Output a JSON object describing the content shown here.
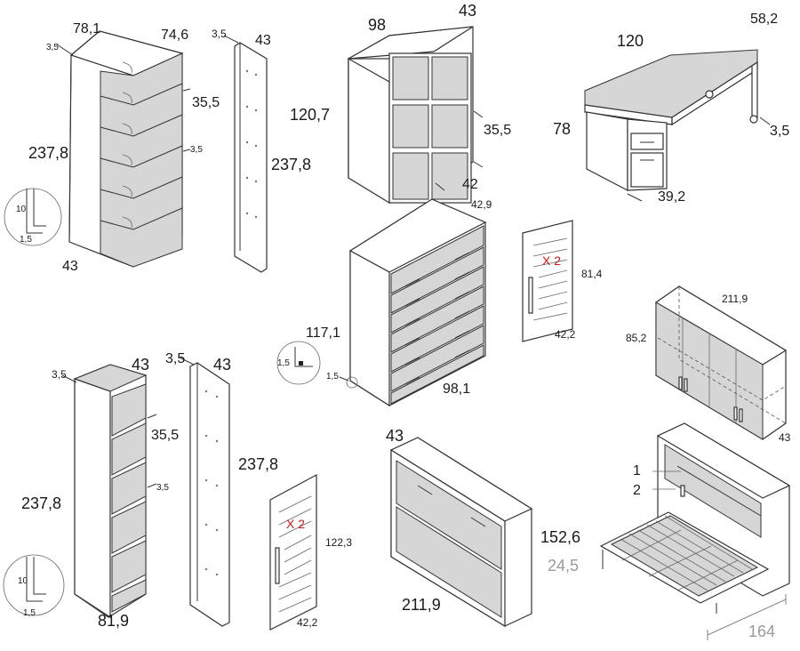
{
  "corner_unit": {
    "width_top": "78,1",
    "depth_top": "74,6",
    "height": "237,8",
    "edge_depth": "3,5",
    "shelf_depth": "35,5",
    "shelf_thick": "3,5",
    "base_depth": "43",
    "detail_a": "10",
    "detail_b": "1,5"
  },
  "side_panel_top": {
    "thickness": "3,5",
    "depth": "43",
    "height": "237,8"
  },
  "cube_shelf": {
    "width": "98",
    "depth": "43",
    "height": "120,7",
    "cell_depth": "35,5",
    "base_depth": "42"
  },
  "desk": {
    "length": "120",
    "depth": "58,2",
    "height": "78",
    "drawer_width": "39,2",
    "castor": "3,5"
  },
  "chest": {
    "depth": "42,9",
    "height": "117,1",
    "width": "98,1",
    "foot": "1,5",
    "detail": "1,5"
  },
  "door_top": {
    "qty": "X 2",
    "height": "81,4",
    "width": "42,2"
  },
  "wall_cabinet": {
    "width": "211,9",
    "height": "85,2",
    "depth": "43"
  },
  "open_shelf": {
    "edge": "3,5",
    "depth": "43",
    "height": "237,8",
    "shelf_depth": "35,5",
    "shelf_thick": "3,5",
    "width": "81,9",
    "detail_a": "10",
    "detail_b": "1,5"
  },
  "side_panel_bottom": {
    "thickness": "3,5",
    "depth": "43",
    "height": "237,8"
  },
  "door_bottom": {
    "qty": "X 2",
    "height": "122,3",
    "width": "42,2"
  },
  "folding_bed": {
    "depth": "43",
    "height": "152,6",
    "width": "211,9"
  },
  "open_bed": {
    "callout_1": "1",
    "callout_2": "2",
    "leg_height": "24,5",
    "length": "164"
  }
}
